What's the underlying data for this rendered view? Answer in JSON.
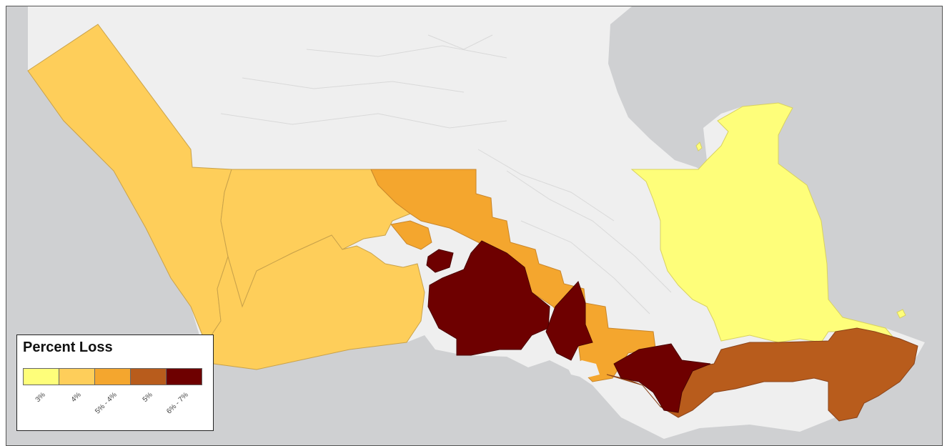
{
  "map": {
    "colors": {
      "ocean": "#cfd0d2",
      "land": "#efefef",
      "class_1": "#fefe7a",
      "class_2": "#fece5a",
      "class_3": "#f4a62e",
      "class_4": "#b85c1c",
      "class_5": "#6e0000"
    }
  },
  "legend": {
    "title": "Percent Loss",
    "classes": [
      {
        "label": "3%",
        "color": "#fefe7a"
      },
      {
        "label": "4%",
        "color": "#fece5a"
      },
      {
        "label": "5% - 4%",
        "color": "#f4a62e"
      },
      {
        "label": "5%",
        "color": "#b85c1c"
      },
      {
        "label": "6% - 7%",
        "color": "#6e0000"
      }
    ]
  }
}
